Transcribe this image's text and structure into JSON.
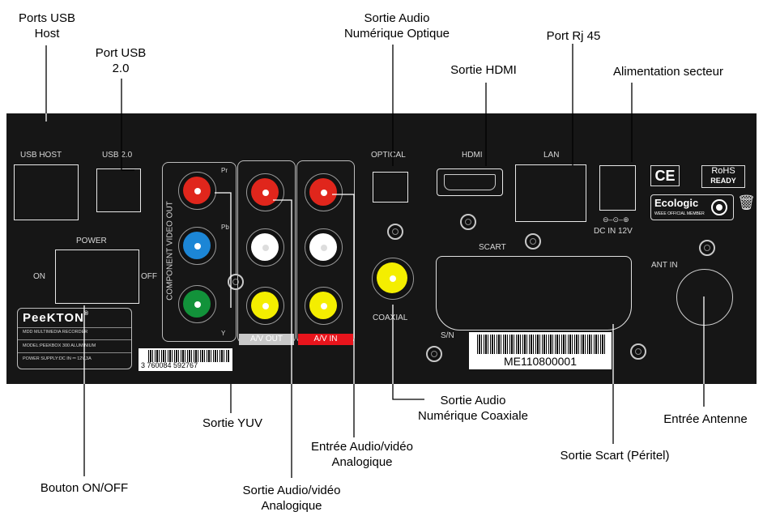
{
  "callouts": {
    "ports_usb_host": "Ports USB\nHost",
    "port_usb_2": "Port USB\n2.0",
    "sortie_audio_optique": "Sortie Audio\nNumérique Optique",
    "sortie_hdmi": "Sortie HDMI",
    "port_rj45": "Port Rj 45",
    "alimentation": "Alimentation secteur",
    "sortie_audio_coaxiale": "Sortie Audio\nNumérique Coaxiale",
    "sortie_yuv": "Sortie YUV",
    "entree_av": "Entrée Audio/vidéo\nAnalogique",
    "entree_antenne": "Entrée Antenne",
    "sortie_scart": "Sortie Scart (Péritel)",
    "bouton_onoff": "Bouton ON/OFF",
    "sortie_av": "Sortie Audio/vidéo\nAnalogique"
  },
  "panel": {
    "usb_host": "USB HOST",
    "usb_2": "USB 2.0",
    "power": "POWER",
    "on": "ON",
    "off": "OFF",
    "component_video_out": "COMPONENT VIDEO OUT",
    "pr": "Pr",
    "pb": "Pb",
    "y": "Y",
    "av_out": "A/V OUT",
    "av_in": "A/V IN",
    "optical": "OPTICAL",
    "hdmi": "HDMI",
    "lan": "LAN",
    "coaxial": "COAXIAL",
    "scart": "SCART",
    "dc_in": "DC IN 12V",
    "ce": "CE",
    "rohs_1": "RoHS",
    "rohs_2": "READY",
    "ecologic": "Ecologic",
    "ecologic_sub": "WEEE OFFICIAL MEMBER",
    "ant_in": "ANT IN",
    "sn": "S/N",
    "serial": "ME110800001",
    "ean": "3 760084 592767",
    "brand": "PeeKTON",
    "brand_reg": "®",
    "info_1": "MDD MULTIMEDIA RECORDER",
    "info_2": "MODEL:PEEKBOX 300 ALUMINIUM",
    "info_3": "POWER SUPPLY:DC IN ⎓ 12V,3A"
  },
  "colors": {
    "panel": "#161616",
    "red": "#e0261c",
    "blue": "#1c86d6",
    "green": "#12923a",
    "white": "#ffffff",
    "yellow": "#f4ee00",
    "av_in_label_bg": "#e8141c",
    "av_out_label_bg": "#c8c8c8"
  }
}
